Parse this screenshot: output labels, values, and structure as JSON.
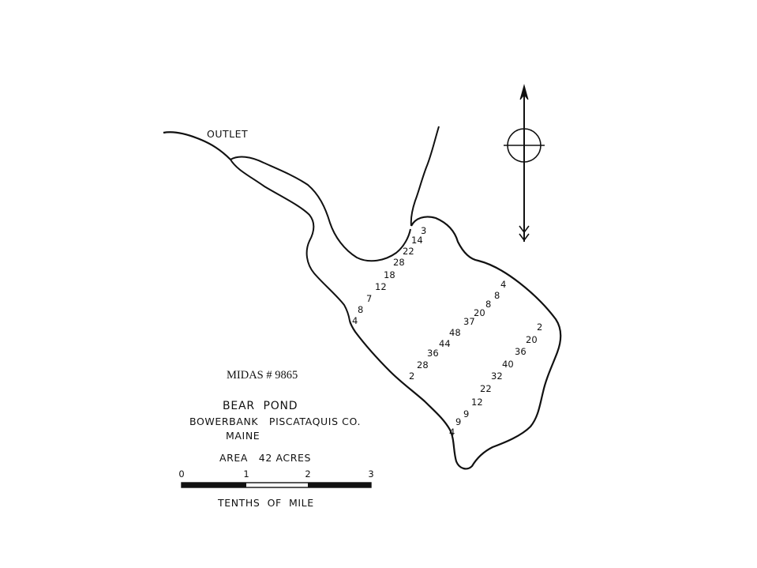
{
  "map": {
    "outlet_label": "OUTLET",
    "midas_label": "MIDAS # 9865",
    "pond_name": "BEAR  POND",
    "location_line": "BOWERBANK   PISCATAQUIS CO.",
    "state": "MAINE",
    "area_label": "AREA   42 ACRES",
    "scale_ticks": [
      "0",
      "1",
      "2",
      "3"
    ],
    "scale_unit": "TENTHS  OF  MILE"
  },
  "soundings": {
    "transect_1": [
      "3",
      "14",
      "22",
      "28",
      "18",
      "12",
      "7",
      "8",
      "4"
    ],
    "transect_2": [
      "4",
      "8",
      "8",
      "20",
      "37",
      "48",
      "44",
      "36",
      "28",
      "2"
    ],
    "transect_3": [
      "2",
      "20",
      "36",
      "40",
      "32",
      "22",
      "12",
      "9",
      "9",
      "4"
    ]
  },
  "colors": {
    "ink": "#111111",
    "paper": "#ffffff"
  },
  "icons": {
    "north_arrow": "north-arrow-icon"
  }
}
